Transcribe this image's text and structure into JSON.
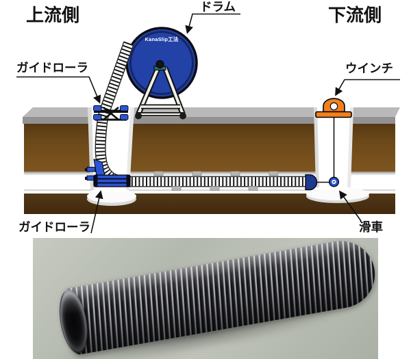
{
  "figure": {
    "upstream_label": "上流側",
    "downstream_label": "下流側",
    "drum_label": "ドラム",
    "guide_roller_top_label": "ガイドローラ",
    "guide_roller_bottom_label": "ガイドローラ",
    "winch_label": "ウインチ",
    "pulley_label": "滑車",
    "drum_brand": "KanaSlip工法",
    "colors": {
      "drum_blue": "#2242a8",
      "drum_rim_navy": "#16265f",
      "roller_blue": "#2b55d4",
      "winch_orange": "#f08020",
      "pull_head_navy": "#1c3a8f",
      "slab_gray": "#b9b9b9",
      "earth_brown": "#6b4819",
      "earth_dark_brown": "#472e0f",
      "photo_background": "#b9bdb2",
      "liner_rib_black": "#0e0e11",
      "liner_groove_silver": "#cdcfd3"
    }
  }
}
